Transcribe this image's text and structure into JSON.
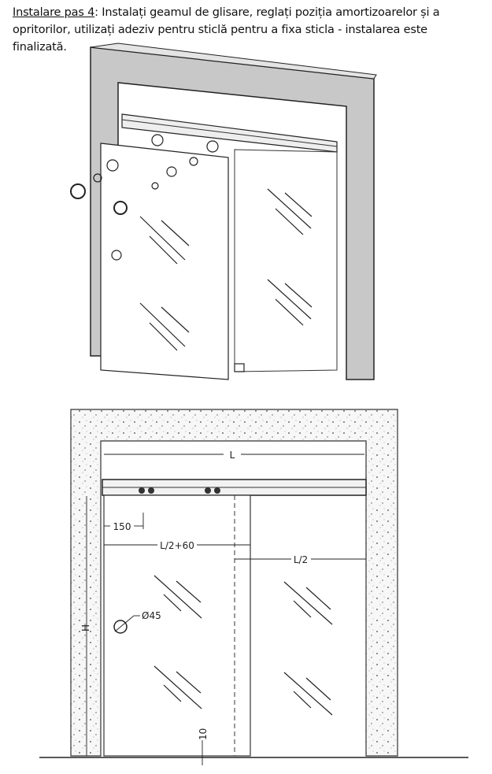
{
  "caption": {
    "step_label": "Instalare pas 4",
    "text": ": Instalați geamul de glisare, reglați poziția amortizoarelor și a opritorilor, utilizați adeziv pentru sticlă pentru a fixa sticla - instalarea este finalizată."
  },
  "drawing": {
    "dimensions": {
      "width": "L",
      "roller_offset": "150",
      "sliding_panel": "L/2+60",
      "fixed_panel": "L/2",
      "handle_hole": "Ø45",
      "height": "H",
      "floor_gap": "10"
    }
  }
}
